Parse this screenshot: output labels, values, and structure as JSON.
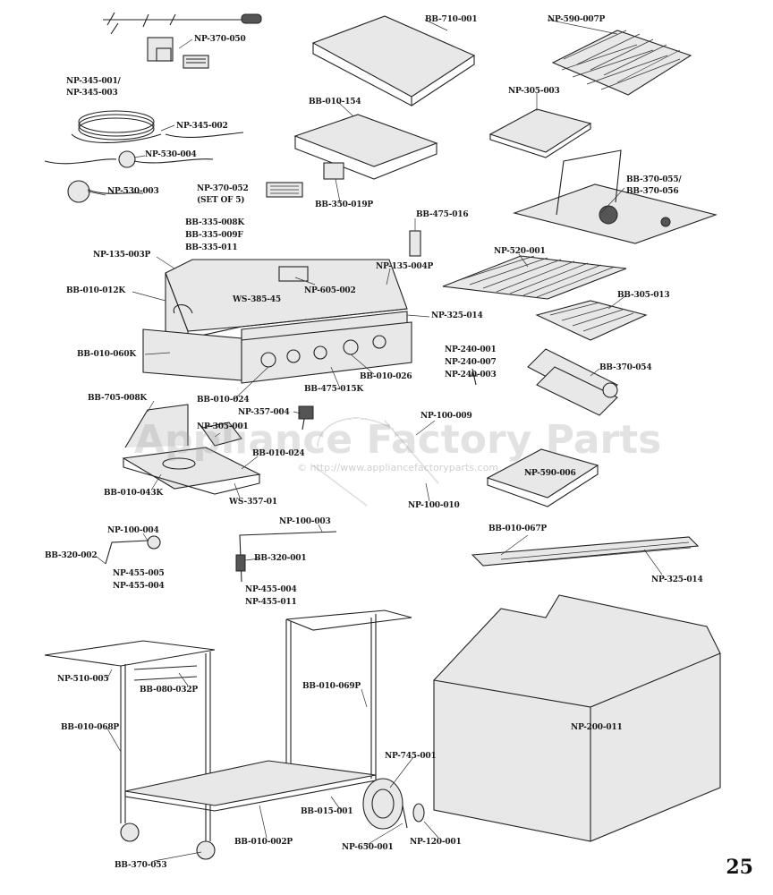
{
  "labels": {
    "np_370_050": "NP-370-050",
    "bb_710_001": "BB-710-001",
    "np_590_007p": "NP-590-007P",
    "np_345_001": "NP-345-001/",
    "np_345_003": "NP-345-003",
    "np_345_002": "NP-345-002",
    "np_530_004": "NP-530-004",
    "np_530_003": "NP-530-003",
    "bb_010_154": "BB-010-154",
    "np_305_003": "NP-305-003",
    "np_370_052": "NP-370-052",
    "set_of_5": "(SET OF 5)",
    "bb_350_019p": "BB-350-019P",
    "bb_370_055": "BB-370-055/",
    "bb_370_056": "BB-370-056",
    "bb_335_008k": "BB-335-008K",
    "bb_335_009f": "BB-335-009F",
    "bb_335_011": "BB-335-011",
    "bb_475_016": "BB-475-016",
    "np_135_003p": "NP-135-003P",
    "np_520_001": "NP-520-001",
    "np_135_004p": "NP-135-004P",
    "bb_010_012k": "BB-010-012K",
    "np_605_002": "NP-605-002",
    "ws_385_45": "WS-385-45",
    "bb_305_013": "BB-305-013",
    "np_325_014_a": "NP-325-014",
    "bb_010_060k": "BB-010-060K",
    "np_240_001": "NP-240-001",
    "np_240_007": "NP-240-007",
    "np_240_003": "NP-240-003",
    "bb_370_054": "BB-370-054",
    "bb_475_015k": "BB-475-015K",
    "bb_010_026": "BB-010-026",
    "bb_010_024_a": "BB-010-024",
    "bb_705_008k": "BB-705-008K",
    "np_357_004": "NP-357-004",
    "np_100_009": "NP-100-009",
    "np_305_001": "NP-305-001",
    "bb_010_024_b": "BB-010-024",
    "np_590_006": "NP-590-006",
    "bb_010_043k": "BB-010-043K",
    "ws_357_01": "WS-357-01",
    "np_100_010": "NP-100-010",
    "np_100_004": "NP-100-004",
    "np_100_003": "NP-100-003",
    "bb_010_067p": "BB-010-067P",
    "bb_320_002": "BB-320-002",
    "bb_320_001": "BB-320-001",
    "np_455_005": "NP-455-005",
    "np_455_004_a": "NP-455-004",
    "np_455_004_b": "NP-455-004",
    "np_455_011": "NP-455-011",
    "np_325_014_b": "NP-325-014",
    "np_510_005": "NP-510-005",
    "bb_080_032p": "BB-080-032P",
    "bb_010_069p": "BB-010-069P",
    "bb_010_068p": "BB-010-068P",
    "np_200_011": "NP-200-011",
    "np_745_001": "NP-745-001",
    "bb_015_001": "BB-015-001",
    "bb_010_002p": "BB-010-002P",
    "np_650_001": "NP-650-001",
    "np_120_001": "NP-120-001",
    "bb_370_053": "BB-370-053"
  },
  "watermark": {
    "brand": "Appliance Factory Parts",
    "url": "© http://www.appliancefactoryparts.com"
  },
  "page_number": "25"
}
